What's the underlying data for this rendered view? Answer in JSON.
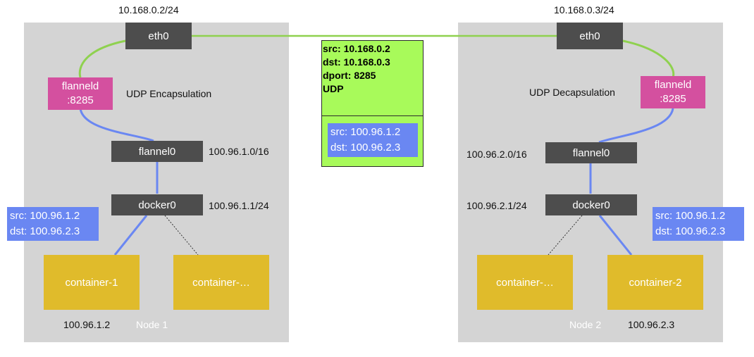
{
  "node1": {
    "ip_label": "10.168.0.2/24",
    "eth0": "eth0",
    "flanneld_line1": "flanneld",
    "flanneld_line2": ":8285",
    "encap_label": "UDP Encapsulation",
    "flannel0": "flannel0",
    "flannel0_cidr": "100.96.1.0/16",
    "docker0": "docker0",
    "docker0_cidr": "100.96.1.1/24",
    "packet_src": "src: 100.96.1.2",
    "packet_dst": "dst: 100.96.2.3",
    "container_a": "container-1",
    "container_b": "container-…",
    "container_ip": "100.96.1.2",
    "name": "Node 1"
  },
  "node2": {
    "ip_label": "10.168.0.3/24",
    "eth0": "eth0",
    "flanneld_line1": "flanneld",
    "flanneld_line2": ":8285",
    "decap_label": "UDP Decapsulation",
    "flannel0": "flannel0",
    "flannel0_cidr": "100.96.2.0/16",
    "docker0": "docker0",
    "docker0_cidr": "100.96.2.1/24",
    "packet_src": "src: 100.96.1.2",
    "packet_dst": "dst: 100.96.2.3",
    "container_a": "container-…",
    "container_b": "container-2",
    "container_ip": "100.96.2.3",
    "name": "Node 2"
  },
  "outer_packet": {
    "src": "src: 10.168.0.2",
    "dst": "dst: 10.168.0.3",
    "dport": "dport: 8285",
    "proto": "UDP",
    "inner_src": "src: 100.96.1.2",
    "inner_dst": "dst: 100.96.2.3"
  },
  "colors": {
    "node_bg": "#d4d4d4",
    "device_box": "#4d4d4d",
    "flanneld": "#d4509f",
    "container": "#e0bb2b",
    "inner_packet": "#6a87f2",
    "outer_packet": "#a8fa5a",
    "green_link": "#8fd14f",
    "blue_link": "#6a87f2"
  }
}
